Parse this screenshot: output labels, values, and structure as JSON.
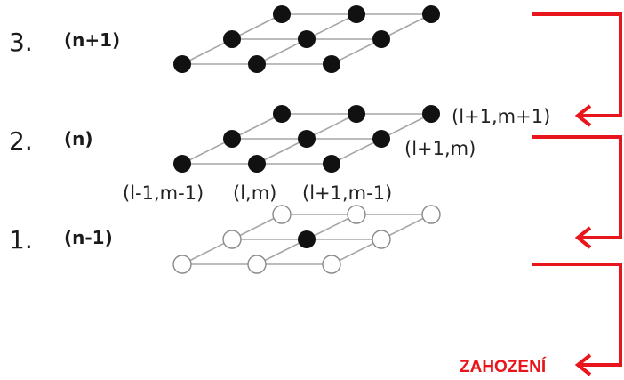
{
  "levels": [
    {
      "number": "3.",
      "tag": "(n+1)",
      "nodes": [
        "full",
        "full",
        "full",
        "full",
        "full",
        "full",
        "full",
        "full",
        "full"
      ]
    },
    {
      "number": "2.",
      "tag": "(n)",
      "nodes": [
        "full",
        "full",
        "full",
        "full",
        "full",
        "full",
        "full",
        "full",
        "full"
      ]
    },
    {
      "number": "1.",
      "tag": "(n-1)",
      "nodes": [
        "open",
        "open",
        "open",
        "open",
        "full",
        "open",
        "open",
        "open",
        "open"
      ]
    }
  ],
  "coordinates": {
    "top_right": "(l+1,m+1)",
    "mid_right": "(l+1,m)",
    "bottom_left": "(l-1,m-1)",
    "bottom_mid": "(l,m)",
    "bottom_right": "(l+1,m-1)"
  },
  "discard_label": "ZAHOZENÍ",
  "colors": {
    "arrow": "#e8161c",
    "node_fill": "#111111",
    "node_open_stroke": "#8a8a8a",
    "edge": "#a6a6a6"
  }
}
